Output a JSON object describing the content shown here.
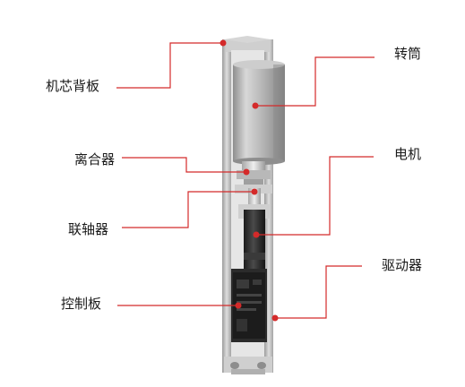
{
  "labels": {
    "back_plate": "机芯背板",
    "drum": "转筒",
    "clutch": "离合器",
    "motor": "电机",
    "coupling": "联轴器",
    "driver": "驱动器",
    "control_board": "控制板"
  },
  "colors": {
    "callout_line": "#d42a2a",
    "callout_dot": "#d42a2a",
    "frame_metal": "#c9c9c9",
    "drum_metal": "#b5b5b5",
    "motor_dark": "#2a2a2a",
    "board_dark": "#1e1e1e",
    "label_text": "#1a1a1a"
  }
}
